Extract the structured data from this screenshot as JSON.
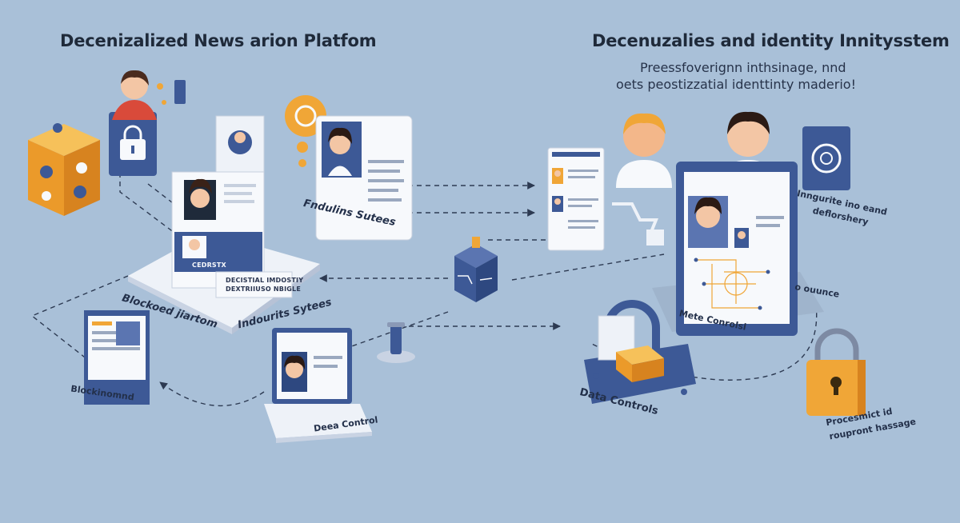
{
  "titles": {
    "left": "Decenizalized News arion Platfom",
    "right": "Decenuzalies and identity Innitysstem",
    "right_sub_1": "Preessfoverignn inthsinage, nnd",
    "right_sub_2": "oets peostizzatial identtinty maderio!"
  },
  "labels": {
    "fndulins": "Fndulins Sutees",
    "blockoed": "Blockoed jiartom",
    "indourits": "Indourits Sytees",
    "blockinomnd": "Blockinomnd",
    "deta_control": "Deea Control",
    "data_controls": "Data Controls",
    "mete_controls": "Mete Conrolsl",
    "odunce": "o ouunce",
    "inngurite_1": "Inngurite ino eand",
    "inngurite_2": "deflorshery",
    "procesmict_1": "Procesmict id",
    "procesmict_2": "roupront hassage",
    "card_caption": "CEDRSTX",
    "card_text_1": "DECISTIAL IMDOSTIY",
    "card_text_2": "DEXTRIIUSO NBIGLE"
  },
  "icons": {
    "left_cube": "blockchain-cube-icon",
    "center_cube": "blockchain-node-icon",
    "locks": "padlock-icon",
    "coins": "token-coin-icon",
    "avatars": "user-avatar-icon",
    "chip": "chip-icon"
  },
  "colors": {
    "background": "#a9c0d8",
    "navy": "#3d5996",
    "orange": "#f0a637",
    "white": "#f7f9fc"
  }
}
